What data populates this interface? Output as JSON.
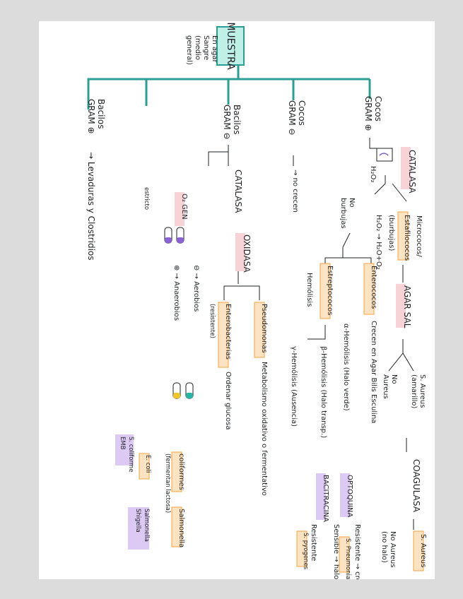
{
  "diagram": {
    "root": "MUESTRA",
    "root_note": [
      "En agar",
      "Sangre",
      "(medio",
      "general)"
    ],
    "groups": {
      "cocos_pos": [
        "Cocos",
        "GRAM ⊕"
      ],
      "cocos_neg": [
        "Cocos",
        "GRAM ⊖"
      ],
      "bacilos_neg": [
        "Bacilos",
        "GRAM ⊖"
      ],
      "bacilos_pos": [
        "Bacilos",
        "GRAM ⊕"
      ]
    },
    "catalasa_1": "CATALASA",
    "h2o2": "H₂O₂",
    "micrococos": "Micrococos/",
    "staph": [
      "Estafilococos",
      "(burbujas)"
    ],
    "reaction": "H₂O₂ → H₂O+O₂",
    "no_burbujas": [
      "No",
      "burbujas"
    ],
    "manitol": "AGAR SAL",
    "coagulasa": "COAGULASA",
    "s_aureus": [
      "S. Aureus",
      "(amarillo)"
    ],
    "no_aureus": [
      "No",
      "Aureus"
    ],
    "s_aureus_2": "S. Aureus",
    "no_aureus_2": [
      "No Aureus",
      "(no halo)"
    ],
    "estreptococos": "Estreptococos",
    "enterococos": "Enterococos",
    "bilis_esculina": "Crecen en Agar Bilis Esculina",
    "hemolisis": "Hemólisis",
    "alfa": "α-Hemólisis (Halo verde)",
    "beta": "β-Hemólisis (Halo transp.)",
    "gamma": "γ-Hemólisis (Ausencia)",
    "optoquina": "OPTOQUINA",
    "bacitracina": "BACITRACINA",
    "s_pneumo": "S. Pneumoniae",
    "sensible_1": "Sensible → halo →",
    "resistente_1": "Resistente → crecen",
    "s_pyogenes": "S. pyogenes",
    "resistente_2": "Resistente",
    "no_crecen": "→ no crecen",
    "catalasa_2": "CATALASA",
    "oxidasa": "OXIDASA",
    "pseudomonas": "Pseudomonas",
    "enterobacterias": "Enterobacterias",
    "resistente_3": "(resistente)",
    "fermentan": "Metabolismo oxidativo o fermentativo",
    "ordenar": "Ordenar glucosa",
    "coliformes": [
      "coliformes",
      "(fermentan lactosa)"
    ],
    "salmonella": "Salmonella",
    "e_coli": "E. coli",
    "shigella": [
      "Salmonella",
      "Shigella"
    ],
    "klebsiella": [
      "S. coliforme",
      "EMB"
    ],
    "o_gen": "O₂ GEN",
    "oxi_neg": "⊖ → Aerobios",
    "oxi_pos": "⊕ → Anaerobios",
    "anaerobios": "estricto",
    "bacilos_pos_note": "→ Levaduras y Clostridios"
  }
}
